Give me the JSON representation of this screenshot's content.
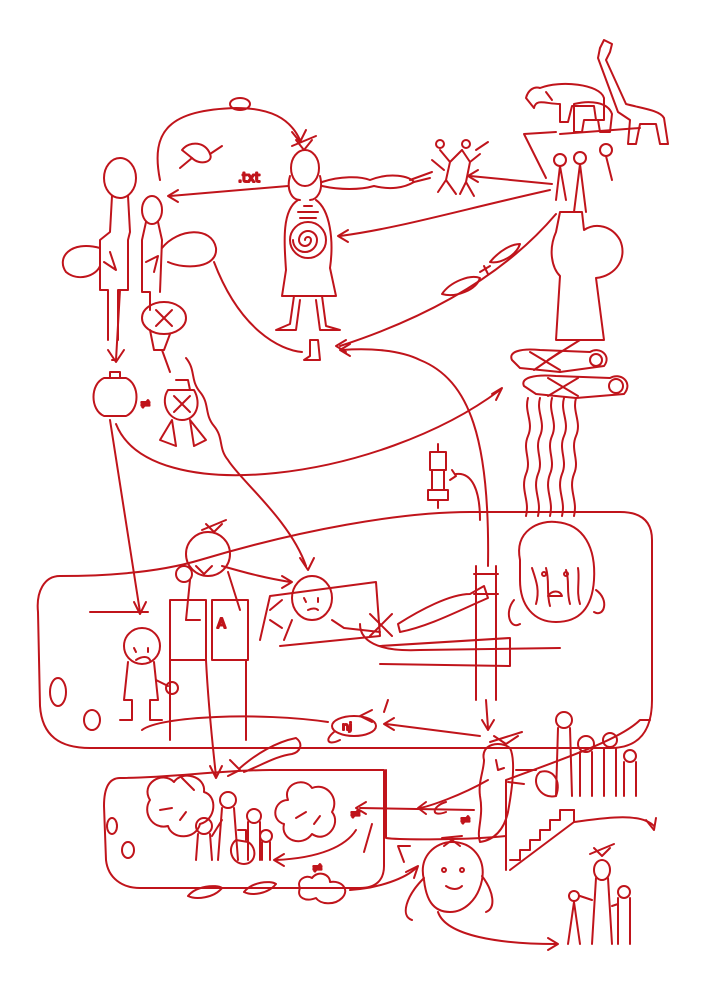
{
  "colors": {
    "ink": "#c0141b",
    "background": "#ffffff"
  },
  "labels": {
    "txt_label": ".txt",
    "door_label": "A",
    "logo_label": "nj",
    "not_equal_1": "≠",
    "not_equal_2": "≠",
    "not_equal_3": "≠",
    "not_equal_4": "≠"
  }
}
